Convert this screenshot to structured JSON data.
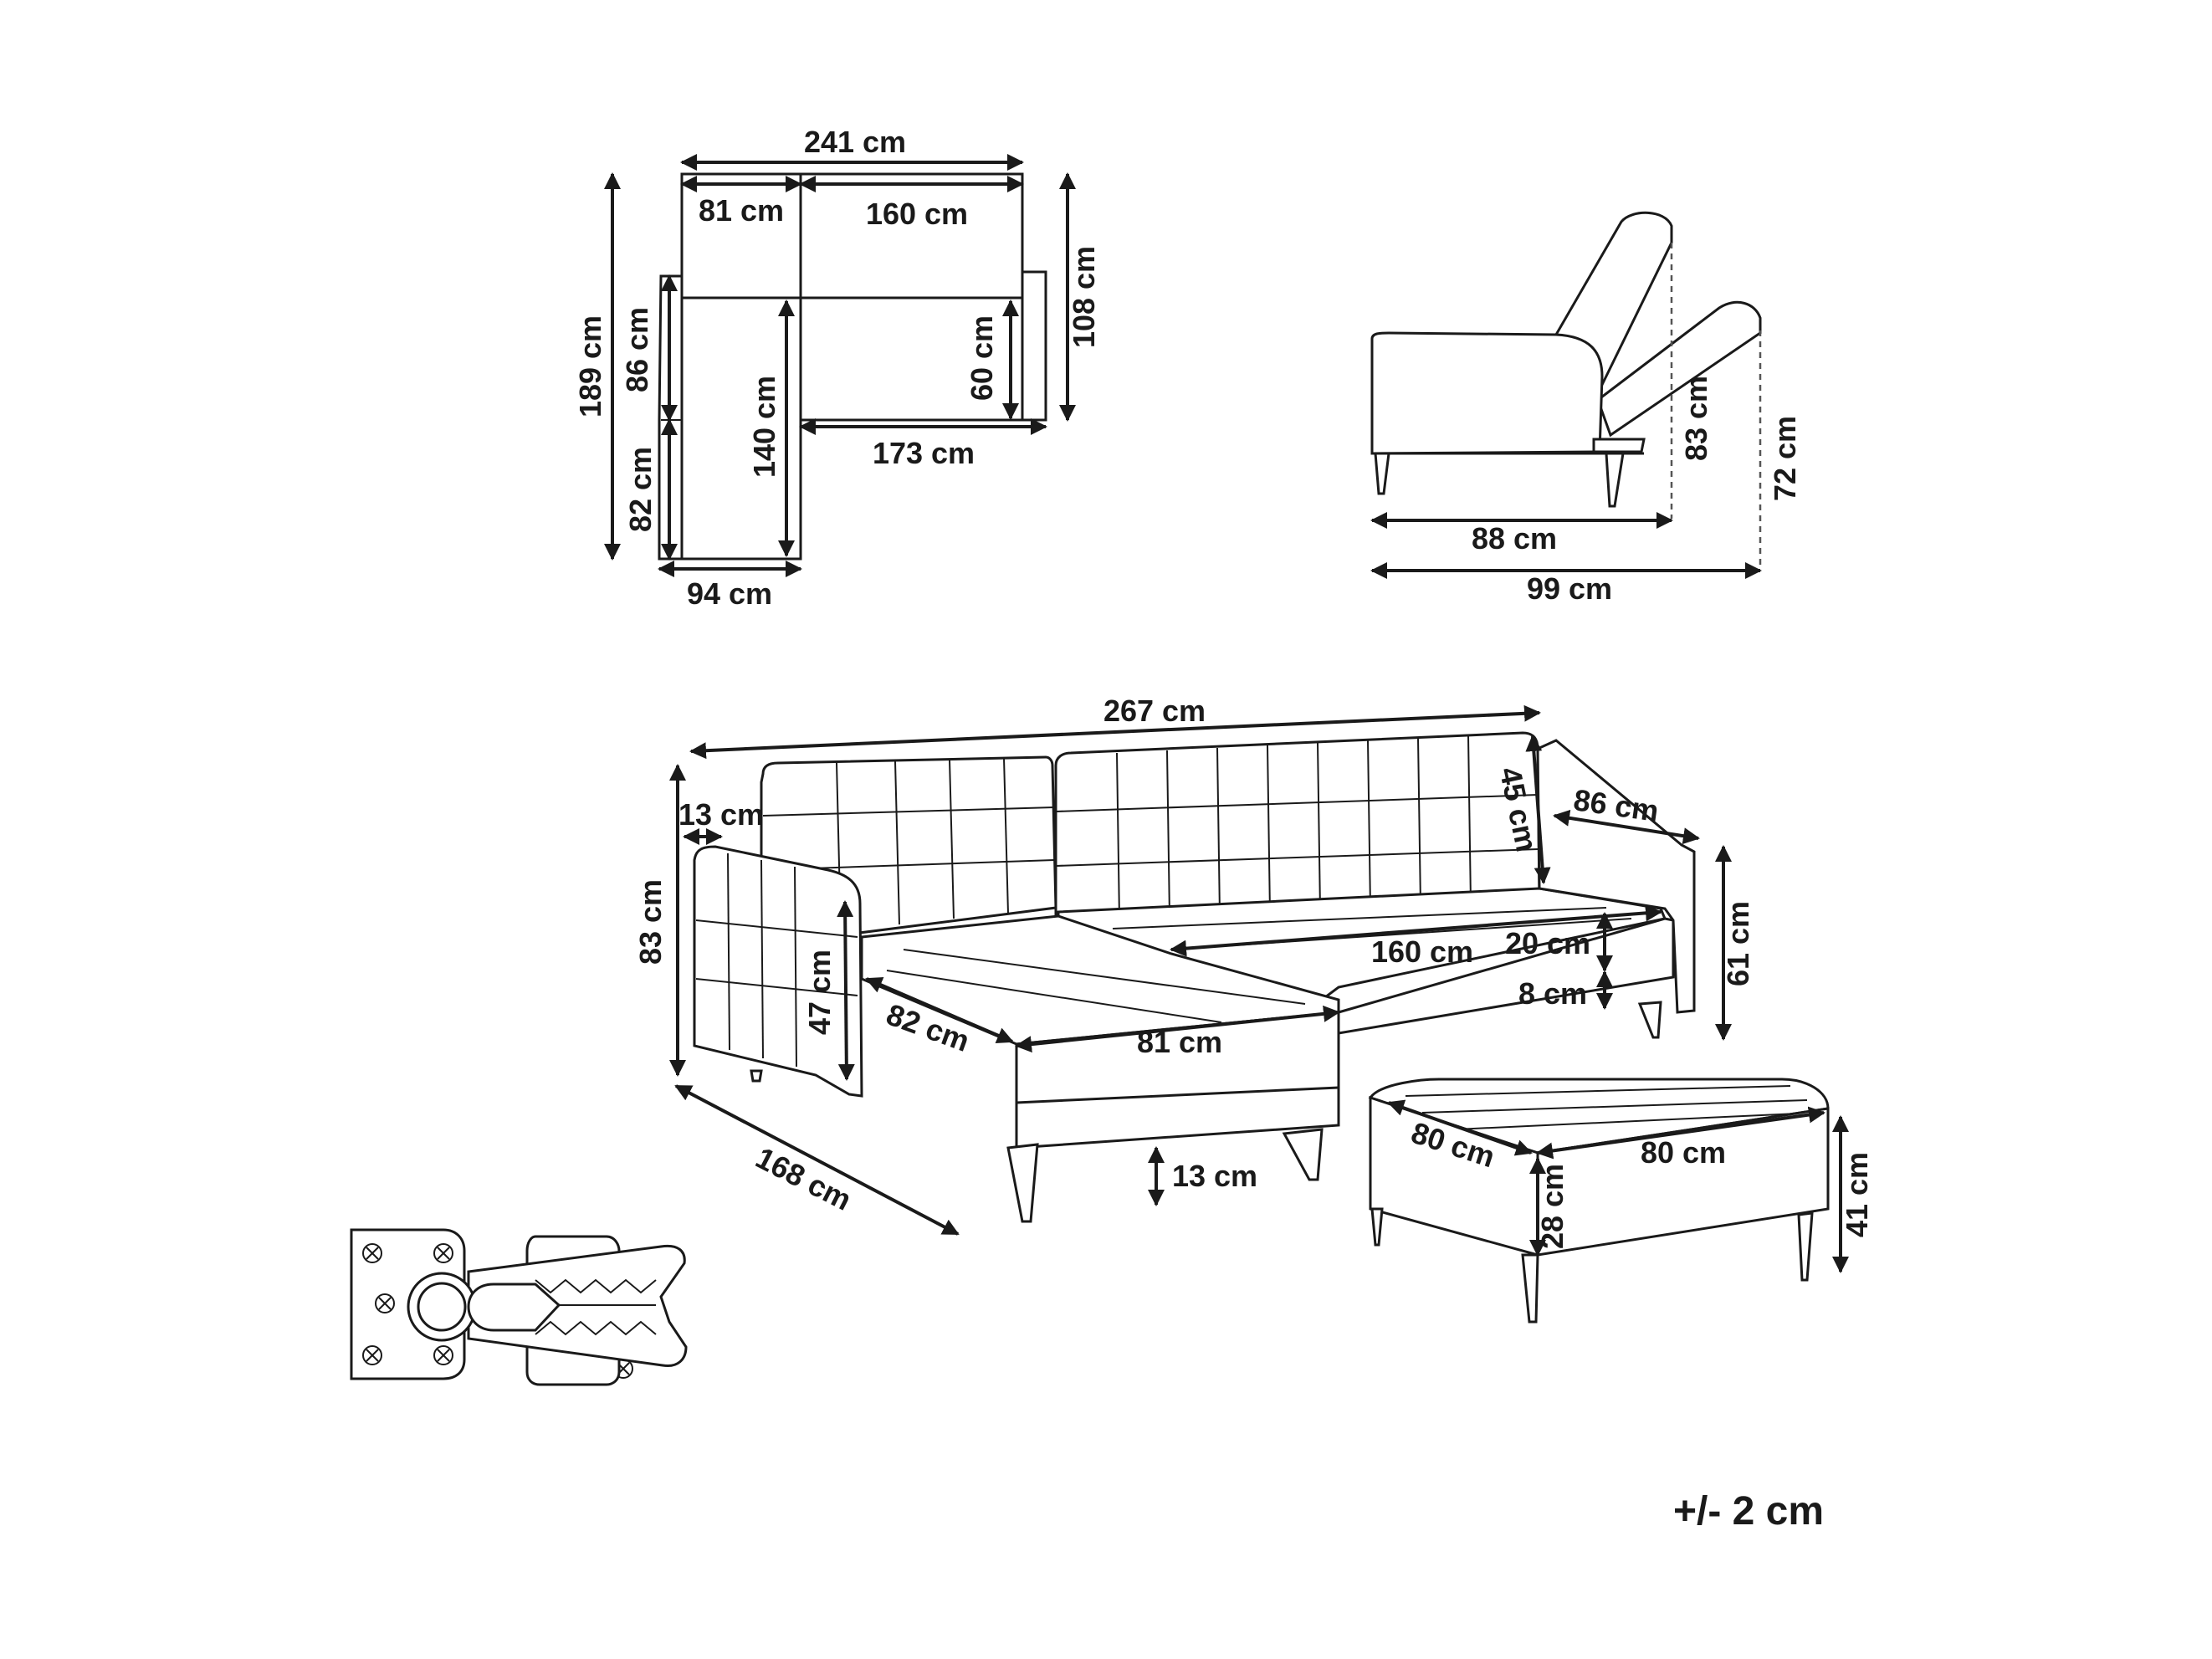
{
  "plan_view": {
    "width_total": "241 cm",
    "width_chaise": "81 cm",
    "width_sofa": "160 cm",
    "depth_total": "189 cm",
    "depth_chaise_upper": "86 cm",
    "depth_chaise_lower": "82 cm",
    "chaise_length": "140 cm",
    "seat_depth": "60 cm",
    "sofa_depth": "108 cm",
    "sofa_seat_width": "173 cm",
    "chaise_width": "94 cm"
  },
  "side_view": {
    "reclined_depth": "88 cm",
    "flat_depth": "99 cm",
    "reclined_height": "83 cm",
    "flat_height": "72 cm"
  },
  "main_view": {
    "overall_width": "267 cm",
    "overall_height": "83 cm",
    "armrest_width": "13 cm",
    "backrest_height": "45 cm",
    "side_depth": "86 cm",
    "armrest_height": "47 cm",
    "seat_width": "160 cm",
    "cushion_thickness": "20 cm",
    "base_height": "8 cm",
    "back_height": "61 cm",
    "chaise_depth": "82 cm",
    "chaise_seat_width": "81 cm",
    "total_depth": "168 cm",
    "leg_height": "13 cm"
  },
  "ottoman": {
    "depth": "80 cm",
    "width": "80 cm",
    "cushion_height": "28 cm",
    "total_height": "41 cm"
  },
  "tolerance": "+/- 2 cm"
}
